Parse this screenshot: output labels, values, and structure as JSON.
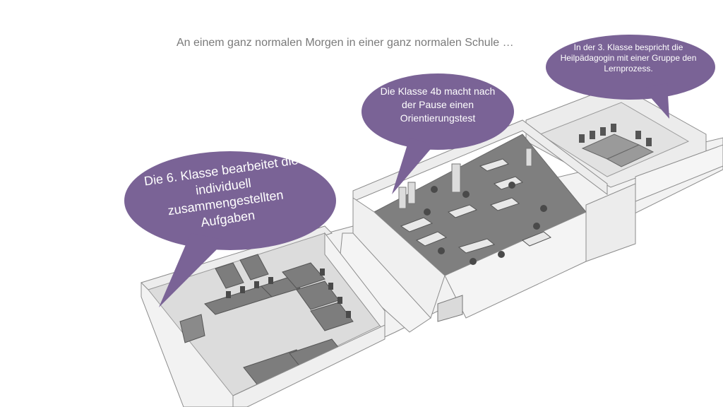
{
  "slide": {
    "title": "An einem ganz normalen Morgen in einer ganz normalen Schule …"
  },
  "bubbles": [
    {
      "id": "class6",
      "text": "Die 6. Klasse bearbeitet die individuell zusammengestellten Aufgaben"
    },
    {
      "id": "class4b",
      "text": "Die Klasse 4b macht nach der Pause einen Orientierungstest"
    },
    {
      "id": "class3",
      "text": "In der 3. Klasse bespricht die Heilpädagogin mit einer Gruppe den Lernprozess."
    }
  ],
  "colors": {
    "bubble": "#7a6396",
    "floor_dark": "#7d7d7d",
    "floor_light": "#d9d9d9",
    "wall": "#efefef",
    "wall_edge": "#8c8c8c"
  }
}
